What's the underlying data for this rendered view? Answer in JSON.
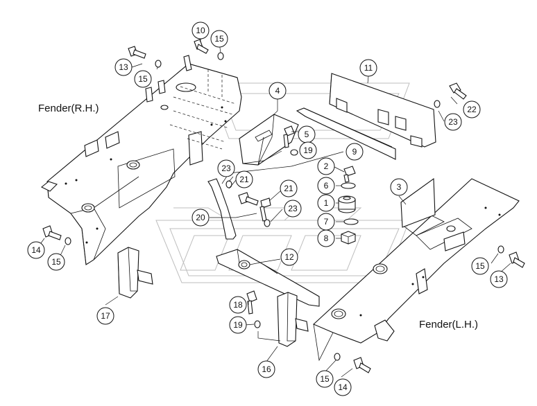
{
  "labels": {
    "fender_rh": "Fender(R.H.)",
    "fender_lh": "Fender(L.H.)"
  },
  "callouts": [
    "1",
    "2",
    "3",
    "4",
    "5",
    "6",
    "7",
    "8",
    "9",
    "10",
    "11",
    "12",
    "13",
    "14",
    "15",
    "16",
    "17",
    "18",
    "19",
    "20",
    "21",
    "22",
    "23"
  ]
}
